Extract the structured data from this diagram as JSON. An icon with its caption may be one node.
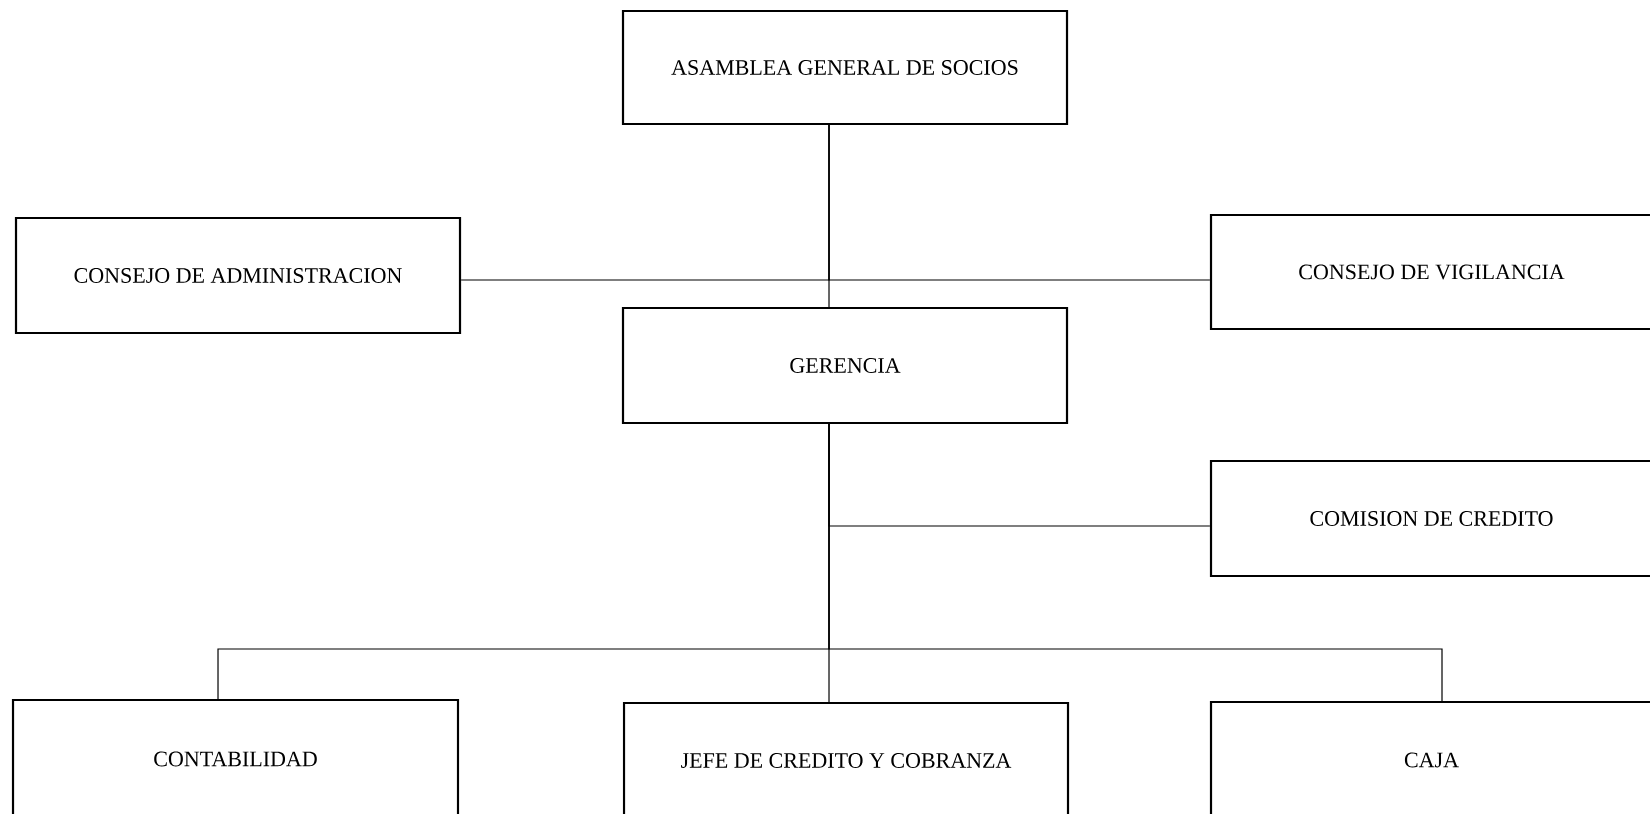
{
  "diagram": {
    "nodes": [
      {
        "text": [
          "ASAMBLEA GENERAL DE SOCIOS"
        ]
      },
      {
        "text": [
          "CONSEJO DE ADMINISTRACION"
        ]
      },
      {
        "text": [
          "CONSEJO DE VIGILANCIA"
        ]
      },
      {
        "text": [
          "GERENCIA"
        ]
      },
      {
        "text": [
          "COMISION DE CREDITO"
        ]
      },
      {
        "text": [
          "CONTABILIDAD"
        ]
      },
      {
        "text": [
          "JEFE DE CREDITO Y COBRANZA"
        ]
      },
      {
        "text": [
          "CAJA"
        ]
      }
    ],
    "edges": [
      {
        "from": 0,
        "to": 3,
        "arrow": "none"
      },
      {
        "from": 0,
        "to": 1,
        "arrow": "none"
      },
      {
        "from": 0,
        "to": 2,
        "arrow": "none"
      },
      {
        "from": 3,
        "to": 4,
        "arrow": "none"
      },
      {
        "from": 3,
        "to": 5,
        "arrow": "none"
      },
      {
        "from": 3,
        "to": 6,
        "arrow": "none"
      },
      {
        "from": 3,
        "to": 7,
        "arrow": "none"
      }
    ]
  }
}
